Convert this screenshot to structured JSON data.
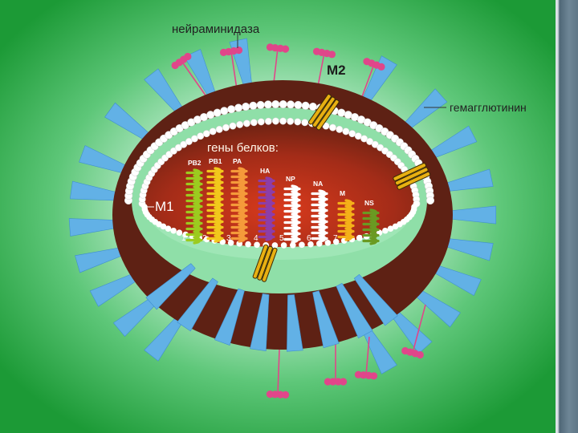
{
  "colors": {
    "background_outer": "#1e9d3a",
    "background_inner": "#d8f4e2",
    "spike": "#62b1e6",
    "neuraminidase_head": "#e0468a",
    "virus_shell": "#5e2114",
    "virus_interior": "#b8381c",
    "matrix_layer": "#8fdfa8",
    "lipid_bead": "#ffffff",
    "m2_channel": "#e8b012"
  },
  "labels": {
    "neuraminidase": "нейраминидаза",
    "m2": "M2",
    "hemagglutinin": "гемагглютинин",
    "m1": "M1",
    "protein_genes": "гены белков:"
  },
  "segments": [
    {
      "name": "PB2",
      "number": "1",
      "color": "#9ccb1f"
    },
    {
      "name": "PB1",
      "number": "2",
      "color": "#f2c81c"
    },
    {
      "name": "PA",
      "number": "3",
      "color": "#f59a3a"
    },
    {
      "name": "HA",
      "number": "4",
      "color": "#8d3da8"
    },
    {
      "name": "NP",
      "number": "5",
      "color": "#ffffff"
    },
    {
      "name": "NA",
      "number": "6",
      "color": "#ffffff"
    },
    {
      "name": "M",
      "number": "7",
      "color": "#f5b018"
    },
    {
      "name": "NS",
      "number": "8",
      "color": "#6a9a22"
    }
  ]
}
